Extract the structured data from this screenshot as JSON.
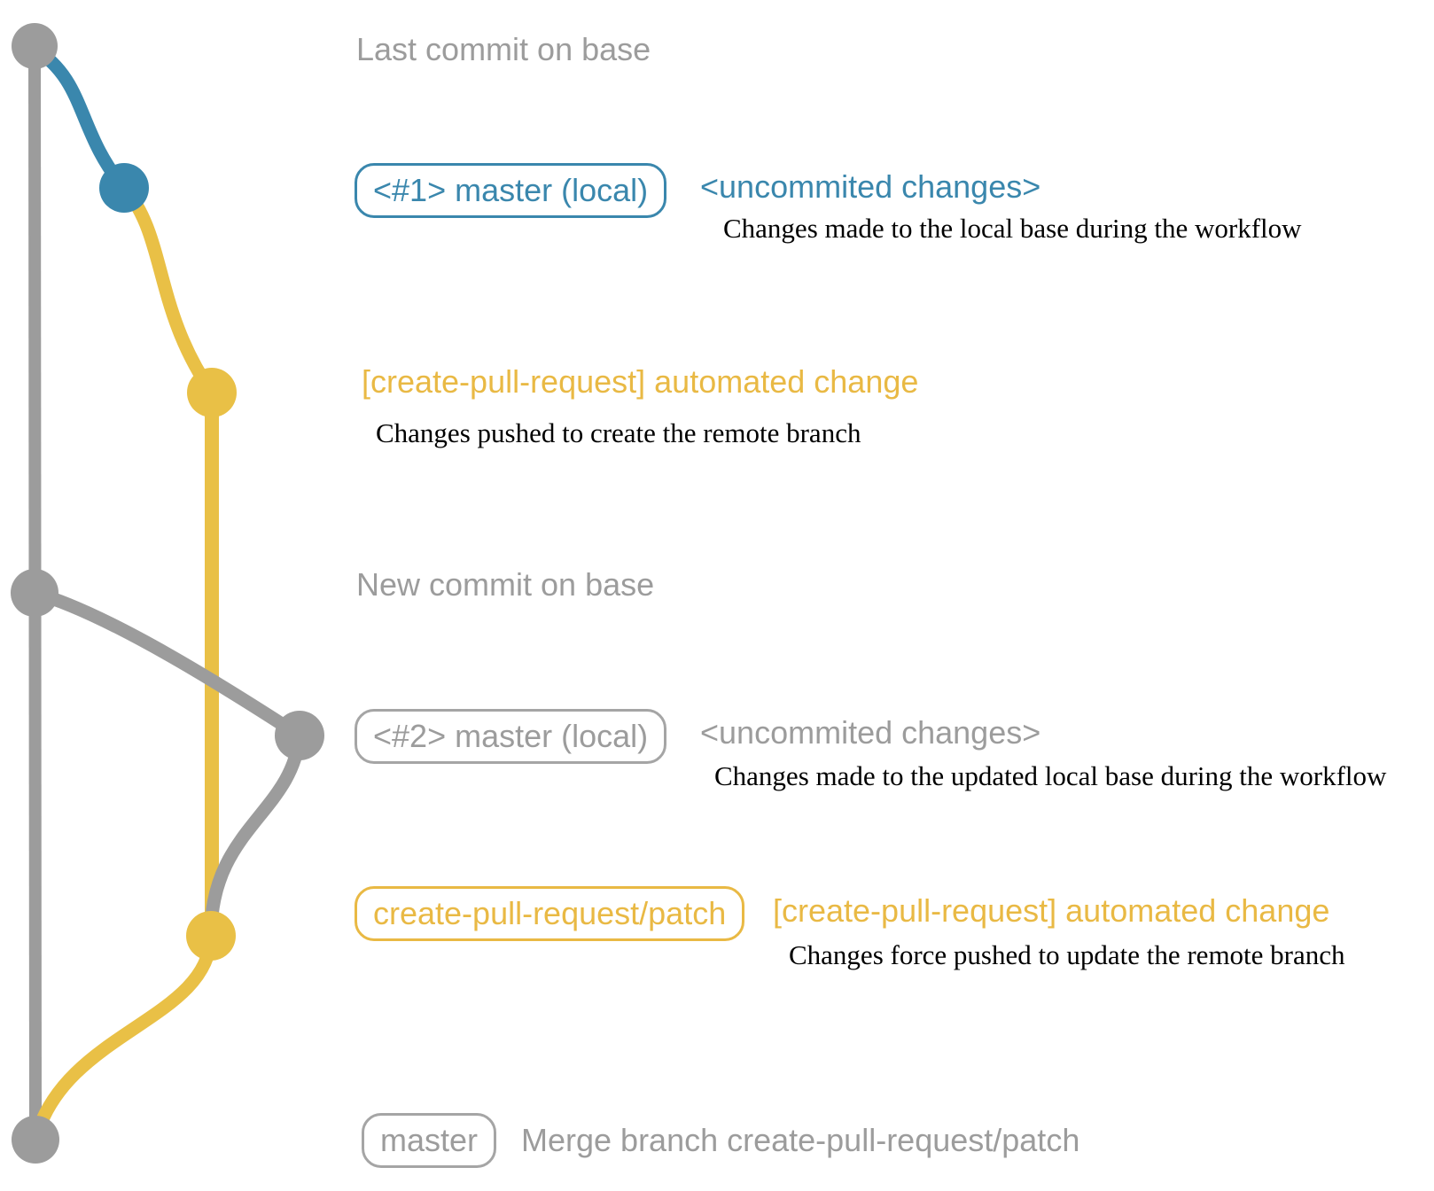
{
  "colors": {
    "gray": "#9c9c9c",
    "blue": "#3a87ad",
    "yellow": "#e9c046",
    "annotation": "#000000"
  },
  "graph": {
    "base_branch_line": "base (master) trunk",
    "patch_branch_line": "create-pull-request/patch trunk",
    "commits": {
      "base_last": "Last commit on base",
      "local_work_1": "<#1> master (local) uncommitted changes",
      "patch_created": "[create-pull-request] automated change",
      "base_new": "New commit on base",
      "local_work_2": "<#2> master (local) uncommitted changes",
      "patch_updated": "[create-pull-request] automated change",
      "merge": "Merge branch create-pull-request/patch"
    }
  },
  "annotations": {
    "last_commit_label": "Last commit on base",
    "row1": {
      "badge": "<#1> master (local)",
      "title": "<uncommited changes>",
      "desc": "Changes made to the local base during the workflow"
    },
    "row2": {
      "title": "[create-pull-request] automated change",
      "desc": "Changes pushed to create the remote branch"
    },
    "new_commit_label": "New commit on base",
    "row3": {
      "badge": "<#2> master (local)",
      "title": "<uncommited changes>",
      "desc": "Changes made to the updated local base during the workflow"
    },
    "row4": {
      "badge": "create-pull-request/patch",
      "title": "[create-pull-request] automated change",
      "desc": "Changes force pushed to update the remote branch"
    },
    "row5": {
      "badge": "master",
      "title": "Merge branch create-pull-request/patch"
    }
  }
}
